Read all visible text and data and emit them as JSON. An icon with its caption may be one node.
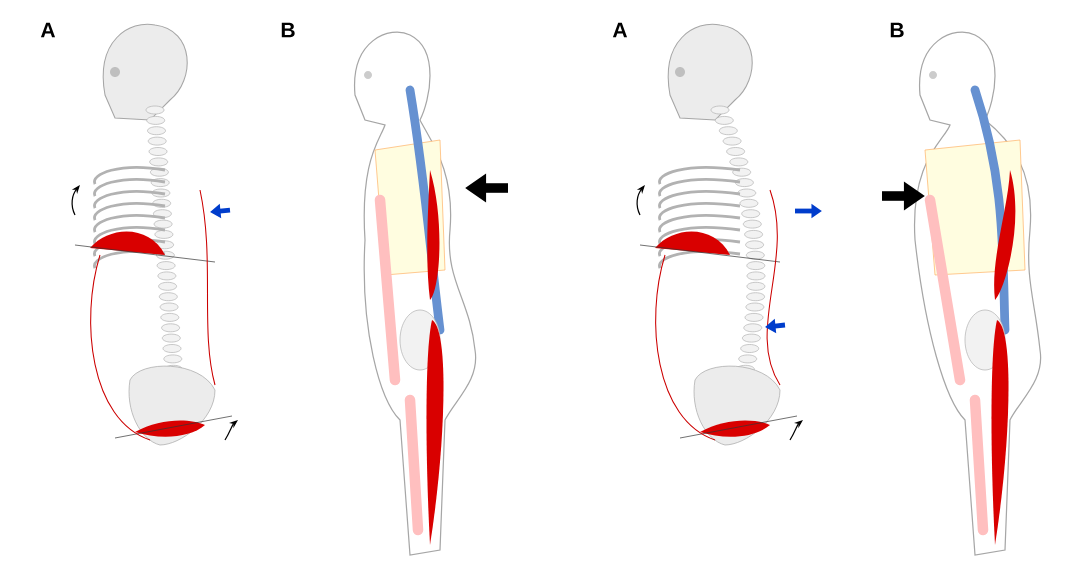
{
  "diagram": {
    "labels": [
      "A",
      "B",
      "A",
      "B"
    ]
  }
}
